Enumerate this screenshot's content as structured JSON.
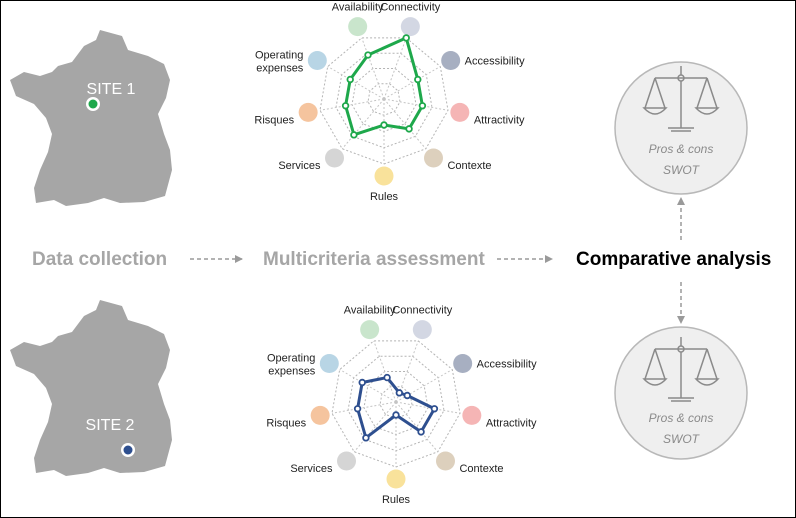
{
  "site1": {
    "label": "SITE 1"
  },
  "site2": {
    "label": "SITE 2"
  },
  "stages": {
    "data_collection": "Data collection",
    "multicriteria": "Multicriteria assessment",
    "comparative": "Comparative analysis"
  },
  "criteria": [
    {
      "name": "Connectivity",
      "color": "#d3d7e3"
    },
    {
      "name": "Accessibility",
      "color": "#a7afc1"
    },
    {
      "name": "Attractivity",
      "color": "#f5b5b5"
    },
    {
      "name": "Contexte",
      "color": "#ddd0bd"
    },
    {
      "name": "Rules",
      "color": "#f9e29b"
    },
    {
      "name": "Services",
      "color": "#d5d5d5"
    },
    {
      "name": "Risques",
      "color": "#f5c49e"
    },
    {
      "name": "Operating expenses",
      "label_lines": [
        "Operating",
        "expenses"
      ],
      "color": "#b8d5e5"
    },
    {
      "name": "Availability",
      "color": "#c9e5cc"
    }
  ],
  "chart_data": [
    {
      "type": "radar",
      "series": [
        {
          "values": [
            1.0,
            0.6,
            0.6,
            0.6,
            0.4,
            0.72,
            0.6,
            0.6,
            0.72
          ],
          "color": "#1ea84b"
        }
      ],
      "scale": [
        0,
        1
      ]
    },
    {
      "type": "radar",
      "series": [
        {
          "values": [
            0.15,
            0.2,
            0.6,
            0.6,
            0.2,
            0.72,
            0.6,
            0.6,
            0.4
          ],
          "color": "#2e4f8f"
        }
      ],
      "scale": [
        0,
        1
      ]
    }
  ],
  "analysis": {
    "pros_cons": "Pros & cons",
    "swot": "SWOT"
  },
  "colors": {
    "map": "#a6a6a6",
    "stage_grey": "#a6a6a6",
    "site1_marker": "#1ea84b",
    "site2_marker": "#2e4f8f"
  }
}
